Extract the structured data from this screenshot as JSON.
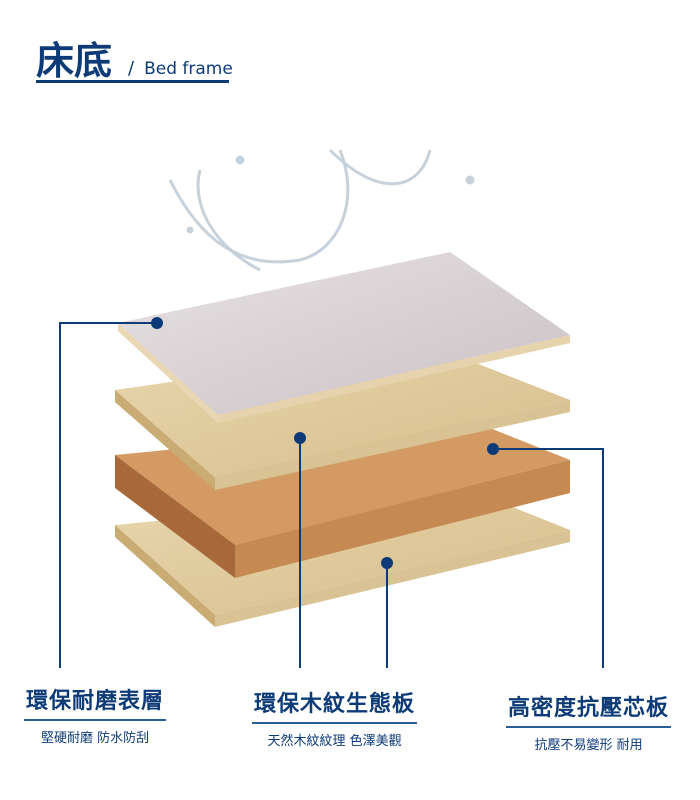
{
  "header": {
    "title_zh": "床底",
    "separator": "/",
    "title_en": "Bed frame"
  },
  "colors": {
    "primary": "#0d3b78"
  },
  "labels": [
    {
      "title": "環保耐磨表層",
      "subtitle": "堅硬耐磨  防水防刮"
    },
    {
      "title": "環保木紋生態板",
      "subtitle": "天然木紋紋理  色澤美觀"
    },
    {
      "title": "高密度抗壓芯板",
      "subtitle": "抗壓不易變形  耐用"
    }
  ]
}
